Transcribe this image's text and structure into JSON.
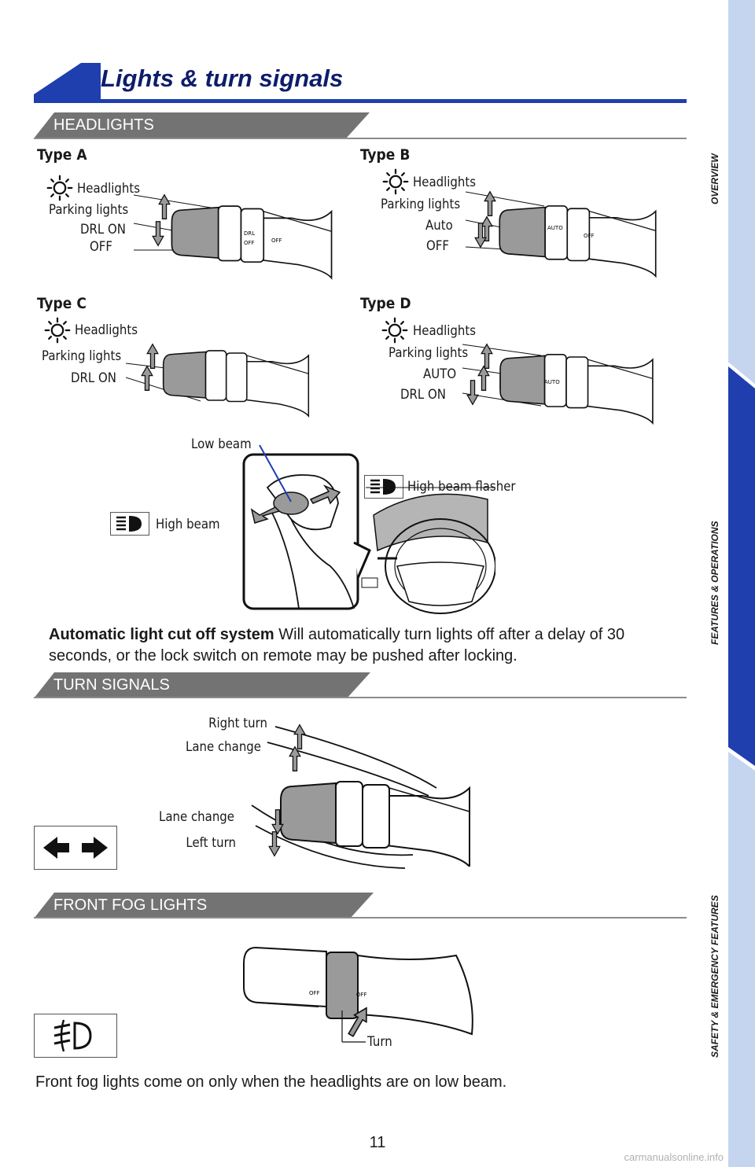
{
  "title": "Lights & turn signals",
  "sections": {
    "headlights": "HEADLIGHTS",
    "turn_signals": "TURN SIGNALS",
    "fog": "FRONT FOG LIGHTS"
  },
  "type_a": {
    "label": "Type A",
    "headlights": "Headlights",
    "parking": "Parking lights",
    "drl": "DRL ON",
    "off": "OFF"
  },
  "type_b": {
    "label": "Type B",
    "headlights": "Headlights",
    "parking": "Parking lights",
    "auto": "Auto",
    "off": "OFF"
  },
  "type_c": {
    "label": "Type C",
    "headlights": "Headlights",
    "parking": "Parking lights",
    "drl": "DRL ON"
  },
  "type_d": {
    "label": "Type D",
    "headlights": "Headlights",
    "parking": "Parking lights",
    "auto": "AUTO",
    "drl": "DRL ON"
  },
  "beam": {
    "low": "Low beam",
    "high": "High beam",
    "flasher": "High beam flasher"
  },
  "auto_cutoff": {
    "heading": "Automatic light cut off system",
    "text": " Will automatically turn lights off after a delay of 30 seconds, or the lock switch on remote may be pushed after locking."
  },
  "turn": {
    "right": "Right turn",
    "lane_up": "Lane change",
    "lane_down": "Lane change",
    "left": "Left turn"
  },
  "fog": {
    "turn": "Turn",
    "note": "Front fog lights come on only when the headlights are on low beam."
  },
  "switch_marks": {
    "off": "OFF",
    "drl": "DRL",
    "auto": "AUTO"
  },
  "sidebar": {
    "overview": "OVERVIEW",
    "features": "FEATURES & OPERATIONS",
    "safety": "SAFETY & EMERGENCY FEATURES"
  },
  "page_number": "11",
  "watermark": "carmanualsonline.info",
  "colors": {
    "accent": "#1f3fae",
    "section": "#737373",
    "sidebar": "#c5d5ef",
    "sidebar_active": "#1f3fae"
  },
  "icons": [
    "headlight-sun-icon",
    "high-beam-icon",
    "turn-arrows-icon",
    "fog-light-icon",
    "arrow-icon"
  ]
}
